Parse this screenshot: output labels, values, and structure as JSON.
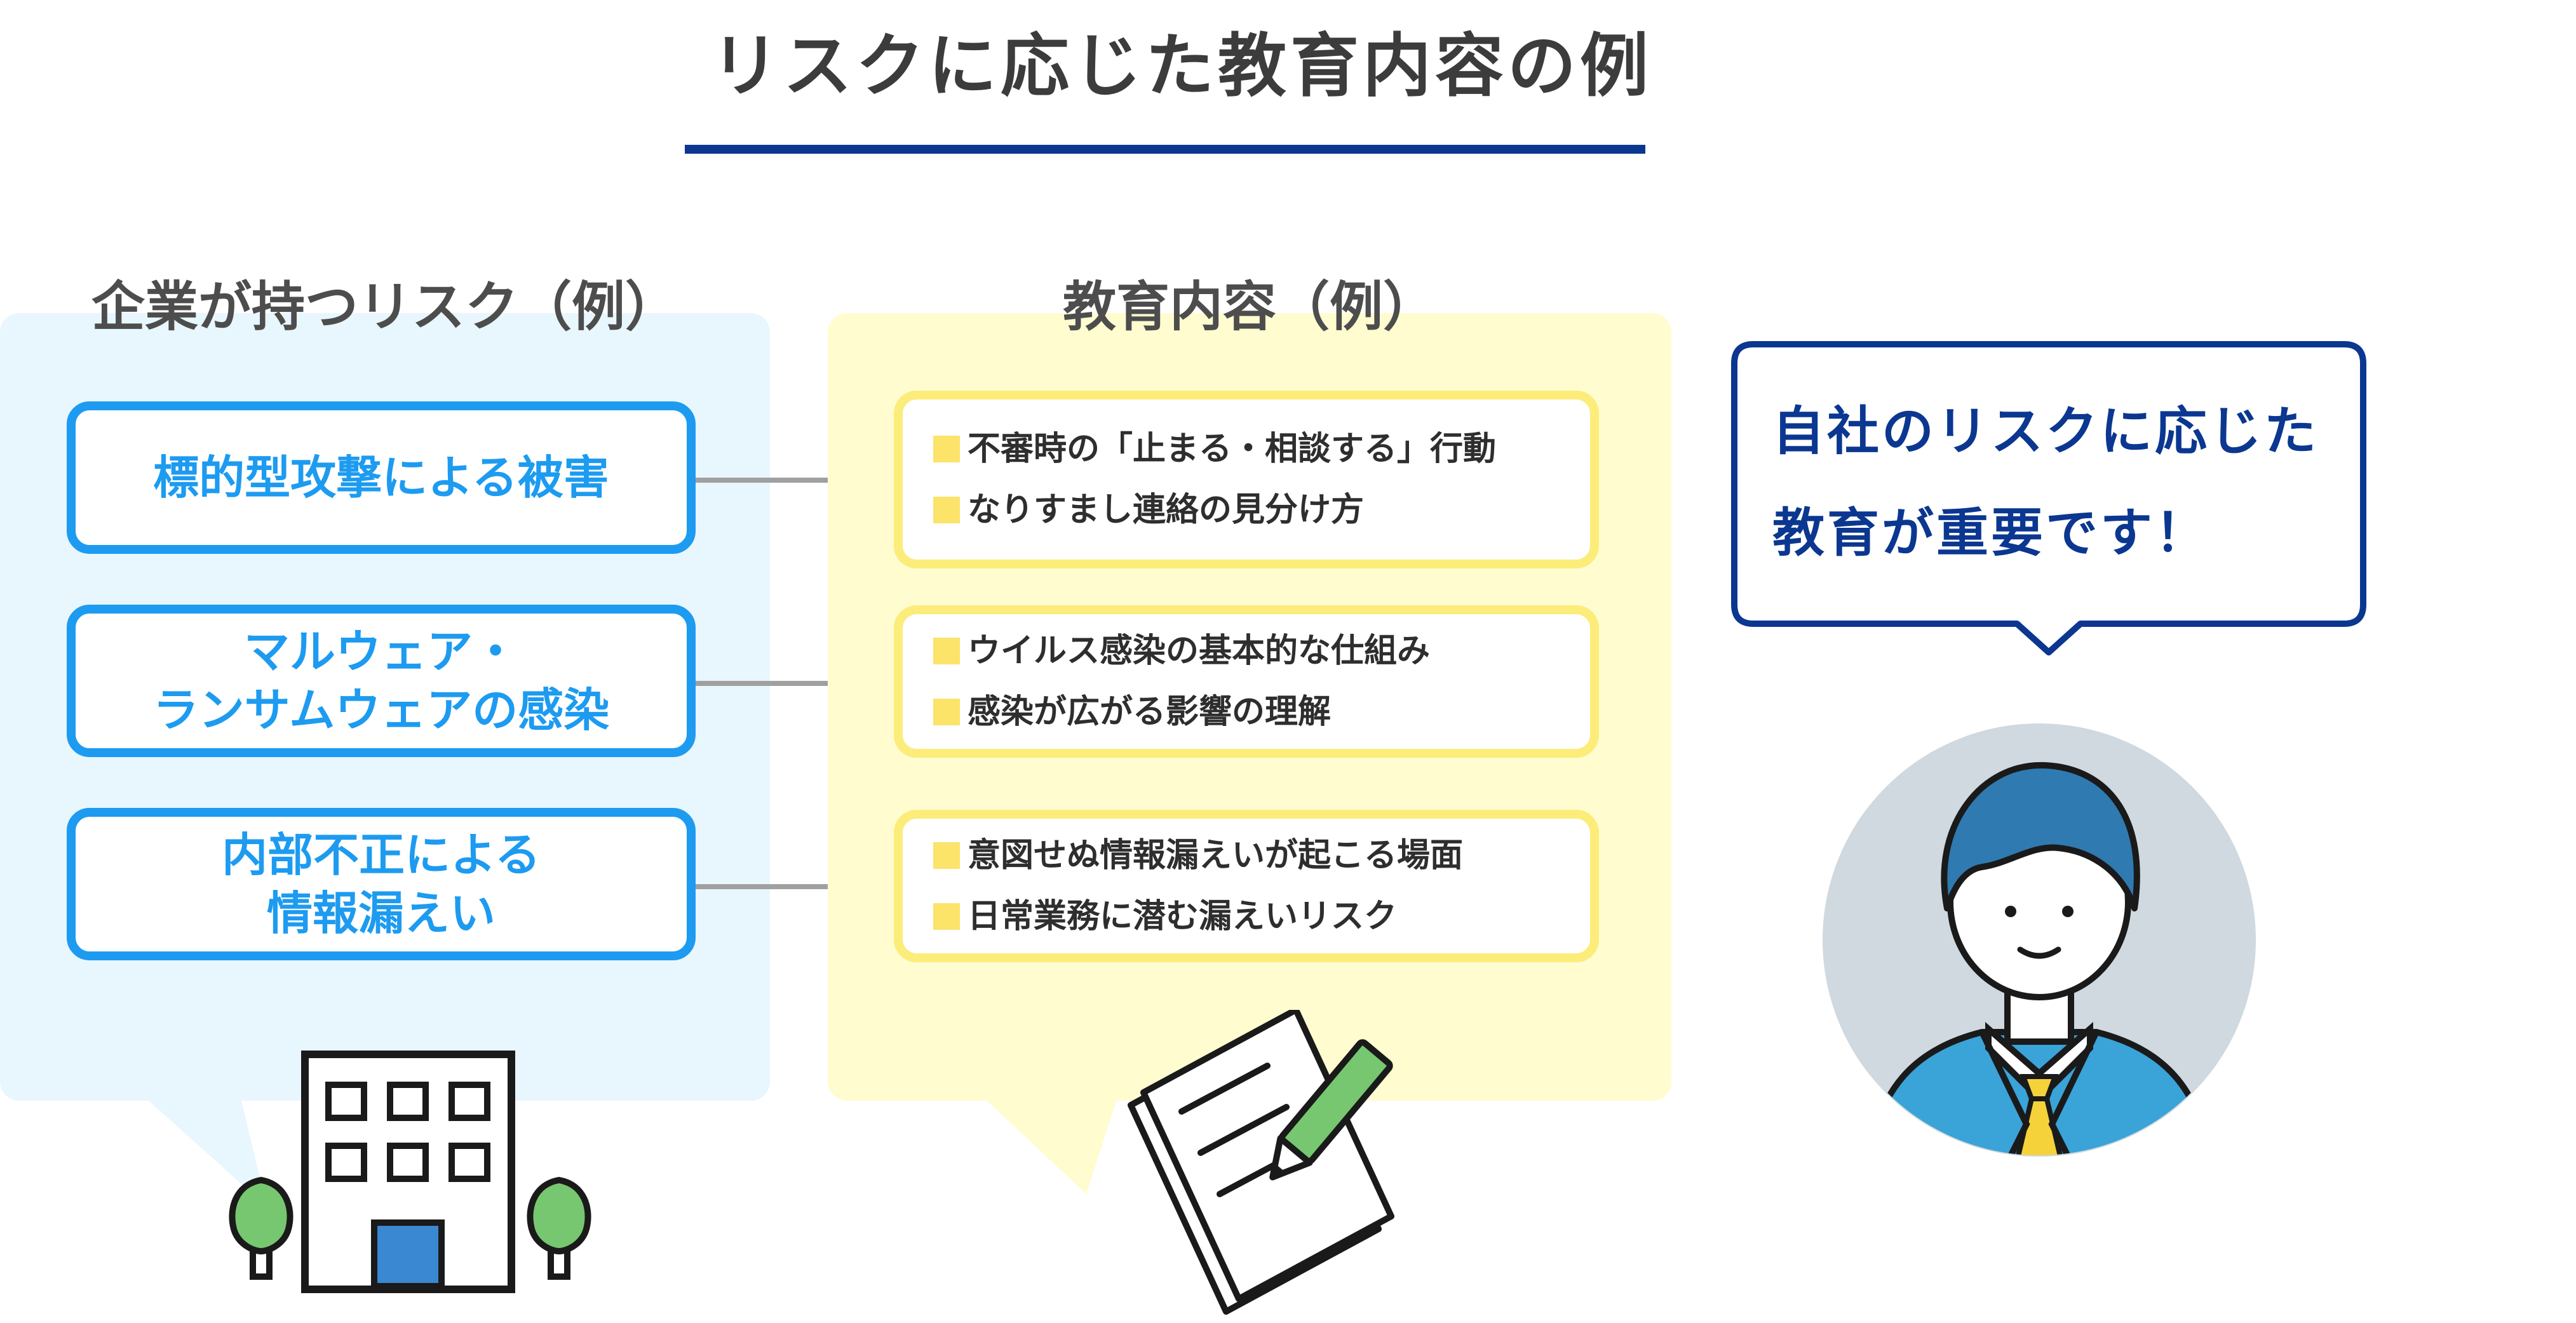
{
  "title": "リスクに応じた教育内容の例",
  "risk_column": {
    "heading": "企業が持つリスク（例）",
    "items": [
      {
        "lines": [
          "標的型攻撃による被害"
        ]
      },
      {
        "lines": [
          "マルウェア・",
          "ランサムウェアの感染"
        ]
      },
      {
        "lines": [
          "内部不正による",
          "情報漏えい"
        ]
      }
    ]
  },
  "education_column": {
    "heading": "教育内容（例）",
    "groups": [
      {
        "items": [
          "不審時の「止まる・相談する」行動",
          "なりすまし連絡の見分け方"
        ]
      },
      {
        "items": [
          "ウイルス感染の基本的な仕組み",
          "感染が広がる影響の理解"
        ]
      },
      {
        "items": [
          "意図せぬ情報漏えいが起こる場面",
          "日常業務に潜む漏えいリスク"
        ]
      }
    ]
  },
  "speech_bubble": {
    "lines": [
      "自社のリスクに応じた",
      "教育が重要です！"
    ]
  },
  "colors": {
    "title_rule": "#0b3791",
    "risk_panel_bg": "#e8f6fd",
    "risk_box_border": "#1d9bf0",
    "edu_panel_bg": "#fffccf",
    "edu_box_border": "#fcec7a",
    "bullet": "#fce36a",
    "bubble_text": "#0b3791"
  },
  "icons": [
    "office-building-icon",
    "tree-icon",
    "document-pen-icon",
    "businessman-avatar-icon"
  ]
}
